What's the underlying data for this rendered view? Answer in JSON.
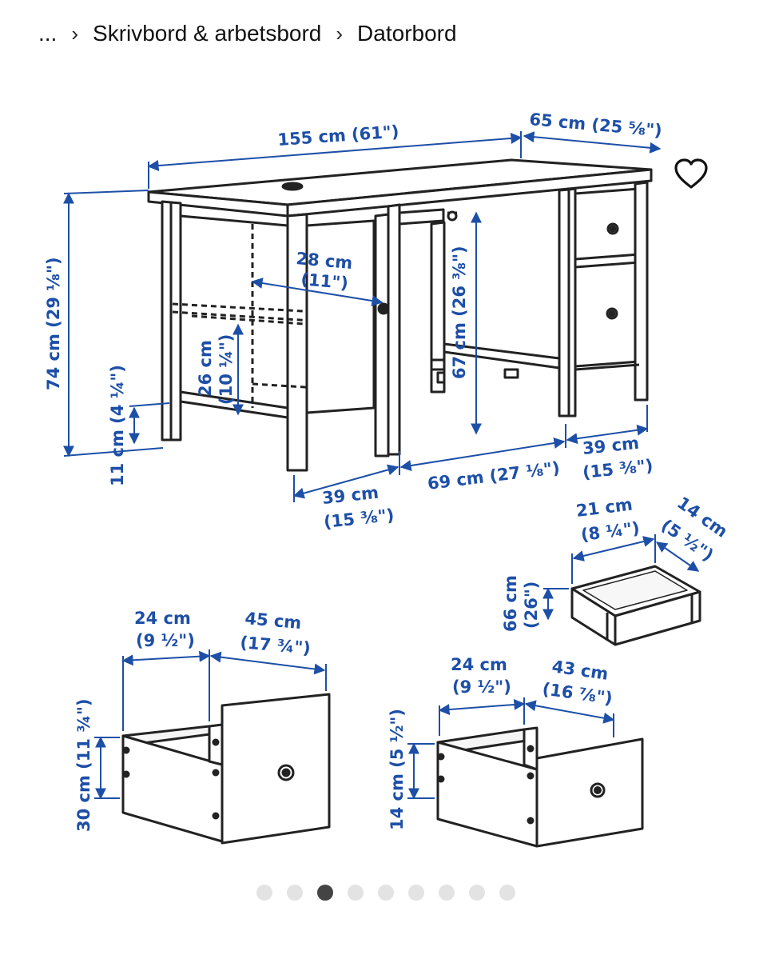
{
  "breadcrumb": {
    "ellipsis": "...",
    "separator": "›",
    "items": [
      "Skrivbord & arbetsbord",
      "Datorbord"
    ]
  },
  "favorite": {
    "icon": "heart-outline-icon"
  },
  "diagram": {
    "line_color": "#222222",
    "dimension_color": "#1d4fa7",
    "labels": {
      "desk_width": "155 cm (61\")",
      "desk_depth": "65 cm (25 ⅝\")",
      "desk_height": "74 cm (29 ⅛\")",
      "inner_depth_cm": "28 cm",
      "inner_depth_in": "(11\")",
      "shelf_height_cm": "26 cm",
      "shelf_height_in": "(10 ¼\")",
      "floor_clearance": "11 cm (4 ¼\")",
      "knee_height": "67 cm (26 ⅜\")",
      "left_unit_cm": "39 cm",
      "left_unit_in": "(15 ⅜\")",
      "center_span": "69 cm (27 ⅛\")",
      "right_unit_cm": "39 cm",
      "right_unit_in": "(15 ⅜\")",
      "small_drawer_width_cm": "21 cm",
      "small_drawer_width_in": "(8 ¼\")",
      "small_drawer_depth_cm": "14 cm",
      "small_drawer_depth_in": "(5 ½\")",
      "small_drawer_height_cm": "66 cm",
      "small_drawer_height_in": "(26\")",
      "big_drawer_width_cm": "24 cm",
      "big_drawer_width_in": "(9 ½\")",
      "big_drawer_depth_cm": "45 cm",
      "big_drawer_depth_in": "(17 ¾\")",
      "big_drawer_height": "30 cm (11 ¾\")",
      "mid_drawer_width_cm": "24 cm",
      "mid_drawer_width_in": "(9 ½\")",
      "mid_drawer_depth_cm": "43 cm",
      "mid_drawer_depth_in": "(16 ⅞\")",
      "mid_drawer_height": "14 cm (5 ½\")"
    }
  },
  "carousel": {
    "count": 9,
    "active_index": 2
  }
}
